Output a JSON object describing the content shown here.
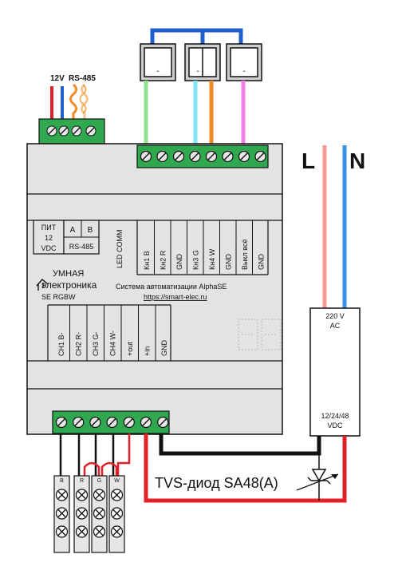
{
  "power_input": {
    "v12_label": "12V",
    "rs485_label": "RS-485"
  },
  "buttons": [
    {
      "name": "button-single-1",
      "mark": "-"
    },
    {
      "name": "button-double",
      "mark": "-"
    },
    {
      "name": "button-single-2",
      "mark": "-"
    }
  ],
  "mains": {
    "line_label": "L",
    "neutral_label": "N"
  },
  "module": {
    "power_block": {
      "title": "ПИТ",
      "voltage": "12",
      "unit": "VDC"
    },
    "rs485_block": {
      "a": "A",
      "b": "B",
      "label": "RS-485"
    },
    "led_comm": "LED COMM",
    "top_terminal_labels": [
      "Кн1 В",
      "Кн2 R",
      "GND",
      "Кн3 G",
      "Кн4 W",
      "GND",
      "Выкл всё",
      "GND"
    ],
    "bottom_terminal_labels": [
      "CH1 B-",
      "CH2 R-",
      "CH3 G-",
      "CH4 W-",
      "+out",
      "+in",
      "GND"
    ],
    "brand_line1": "УМНАЯ",
    "brand_line2": "электроника",
    "model": "SE RGBW",
    "system_name": "Система автоматизации AlphaSE",
    "url": "https://smart-elec.ru"
  },
  "psu": {
    "input_voltage": "220 V",
    "input_type": "AC",
    "output_voltage": "12/24/48",
    "output_type": "VDC"
  },
  "tvs_label": "TVS-диод SA48(A)",
  "led_strip": {
    "ch_labels": [
      "B",
      "R",
      "G",
      "W"
    ]
  },
  "colors": {
    "module_body": "#e3e3e3",
    "terminal_green": "#2fa84f",
    "wire_red": "#e01f26",
    "wire_blue": "#1f5fd0",
    "wire_orange": "#f08a24",
    "wire_lightgreen": "#8fe08f",
    "wire_cyan": "#7fe6f2",
    "wire_pink": "#f07fe6",
    "wire_salmon": "#f39a97",
    "wire_lightblue": "#3b8ee6"
  }
}
